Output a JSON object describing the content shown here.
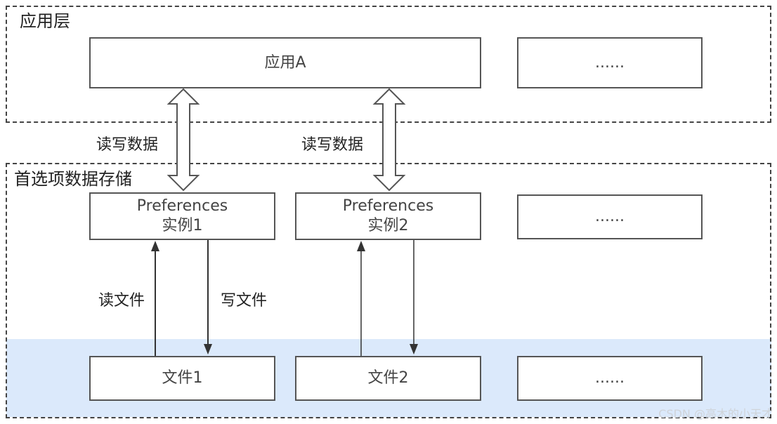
{
  "layers": {
    "app_layer": {
      "title": "应用层"
    },
    "storage_layer": {
      "title": "首选项数据存储"
    }
  },
  "app": {
    "name": "应用A",
    "more": "......"
  },
  "preferences": {
    "instance1": {
      "line1": "Preferences",
      "line2": "实例1"
    },
    "instance2": {
      "line1": "Preferences",
      "line2": "实例2"
    },
    "more": "......"
  },
  "files": {
    "file1": "文件1",
    "file2": "文件2",
    "more": "......"
  },
  "labels": {
    "rw1": "读写数据",
    "rw2": "读写数据",
    "read_file": "读文件",
    "write_file": "写文件"
  },
  "colors": {
    "storage_band": "#dbe9fb",
    "border": "#555555"
  },
  "watermark": "CSDN @高木的小天才"
}
